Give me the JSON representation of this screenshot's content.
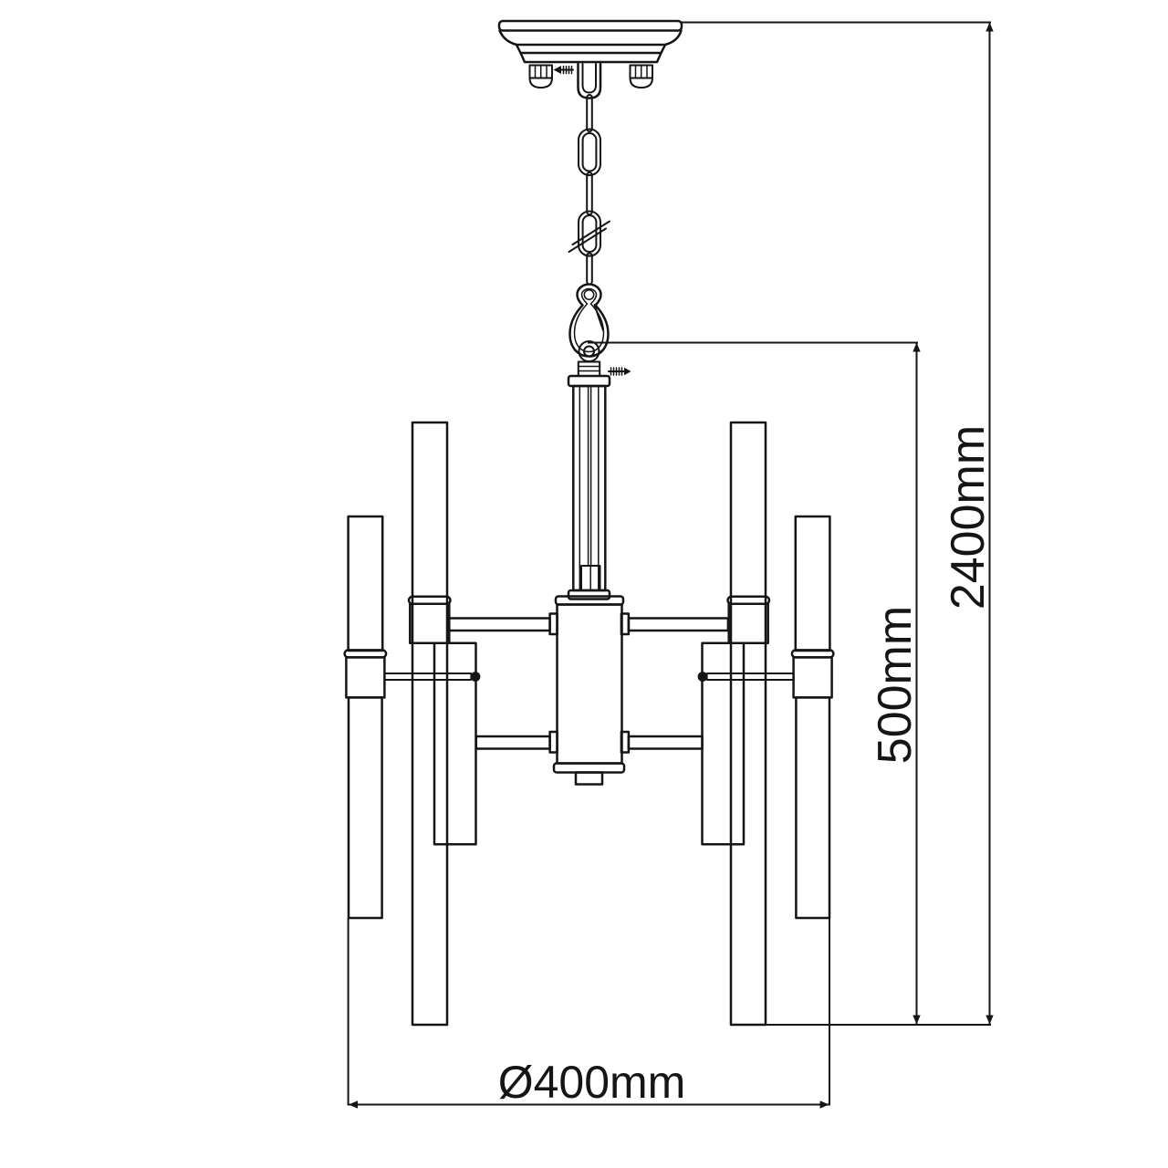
{
  "dimensions": {
    "overall_height": "2400mm",
    "fixture_height": "500mm",
    "diameter": "Ø400mm"
  },
  "colors": {
    "line": "#151515",
    "background": "#ffffff"
  }
}
